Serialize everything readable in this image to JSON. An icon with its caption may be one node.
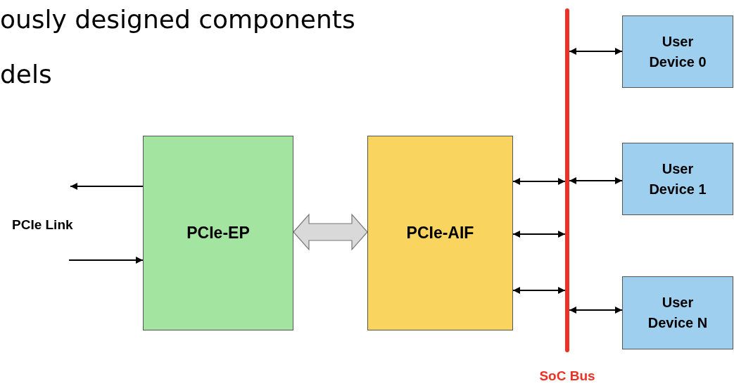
{
  "diagram": {
    "nodes": [
      {
        "text": [
          "PCIe-EP"
        ]
      },
      {
        "text": [
          "PCIe-AIF"
        ]
      },
      {
        "text": [],
        "shape": "bar",
        "beside": [
          "SoC Bus"
        ]
      },
      {
        "text": [
          "User Device 0"
        ]
      },
      {
        "text": [
          "User Device 1"
        ]
      },
      {
        "text": [
          "User Device N"
        ]
      }
    ],
    "edges": [
      {
        "from": 0,
        "to": 1,
        "arrow": "both",
        "style": "thick",
        "color": "#d9d9d9"
      },
      {
        "from": 1,
        "to": 2,
        "arrow": "both"
      },
      {
        "from": 1,
        "to": 2,
        "arrow": "both"
      },
      {
        "from": 1,
        "to": 2,
        "arrow": "both"
      },
      {
        "from": 2,
        "to": 3,
        "arrow": "both"
      },
      {
        "from": 2,
        "to": 4,
        "arrow": "both"
      },
      {
        "from": 2,
        "to": 5,
        "arrow": "both"
      },
      {
        "from": 0,
        "to": null,
        "arrow": "to"
      },
      {
        "from": null,
        "to": 0,
        "arrow": "to"
      }
    ],
    "labels": [
      "ously designed components",
      "dels",
      "PCIe Link"
    ]
  }
}
